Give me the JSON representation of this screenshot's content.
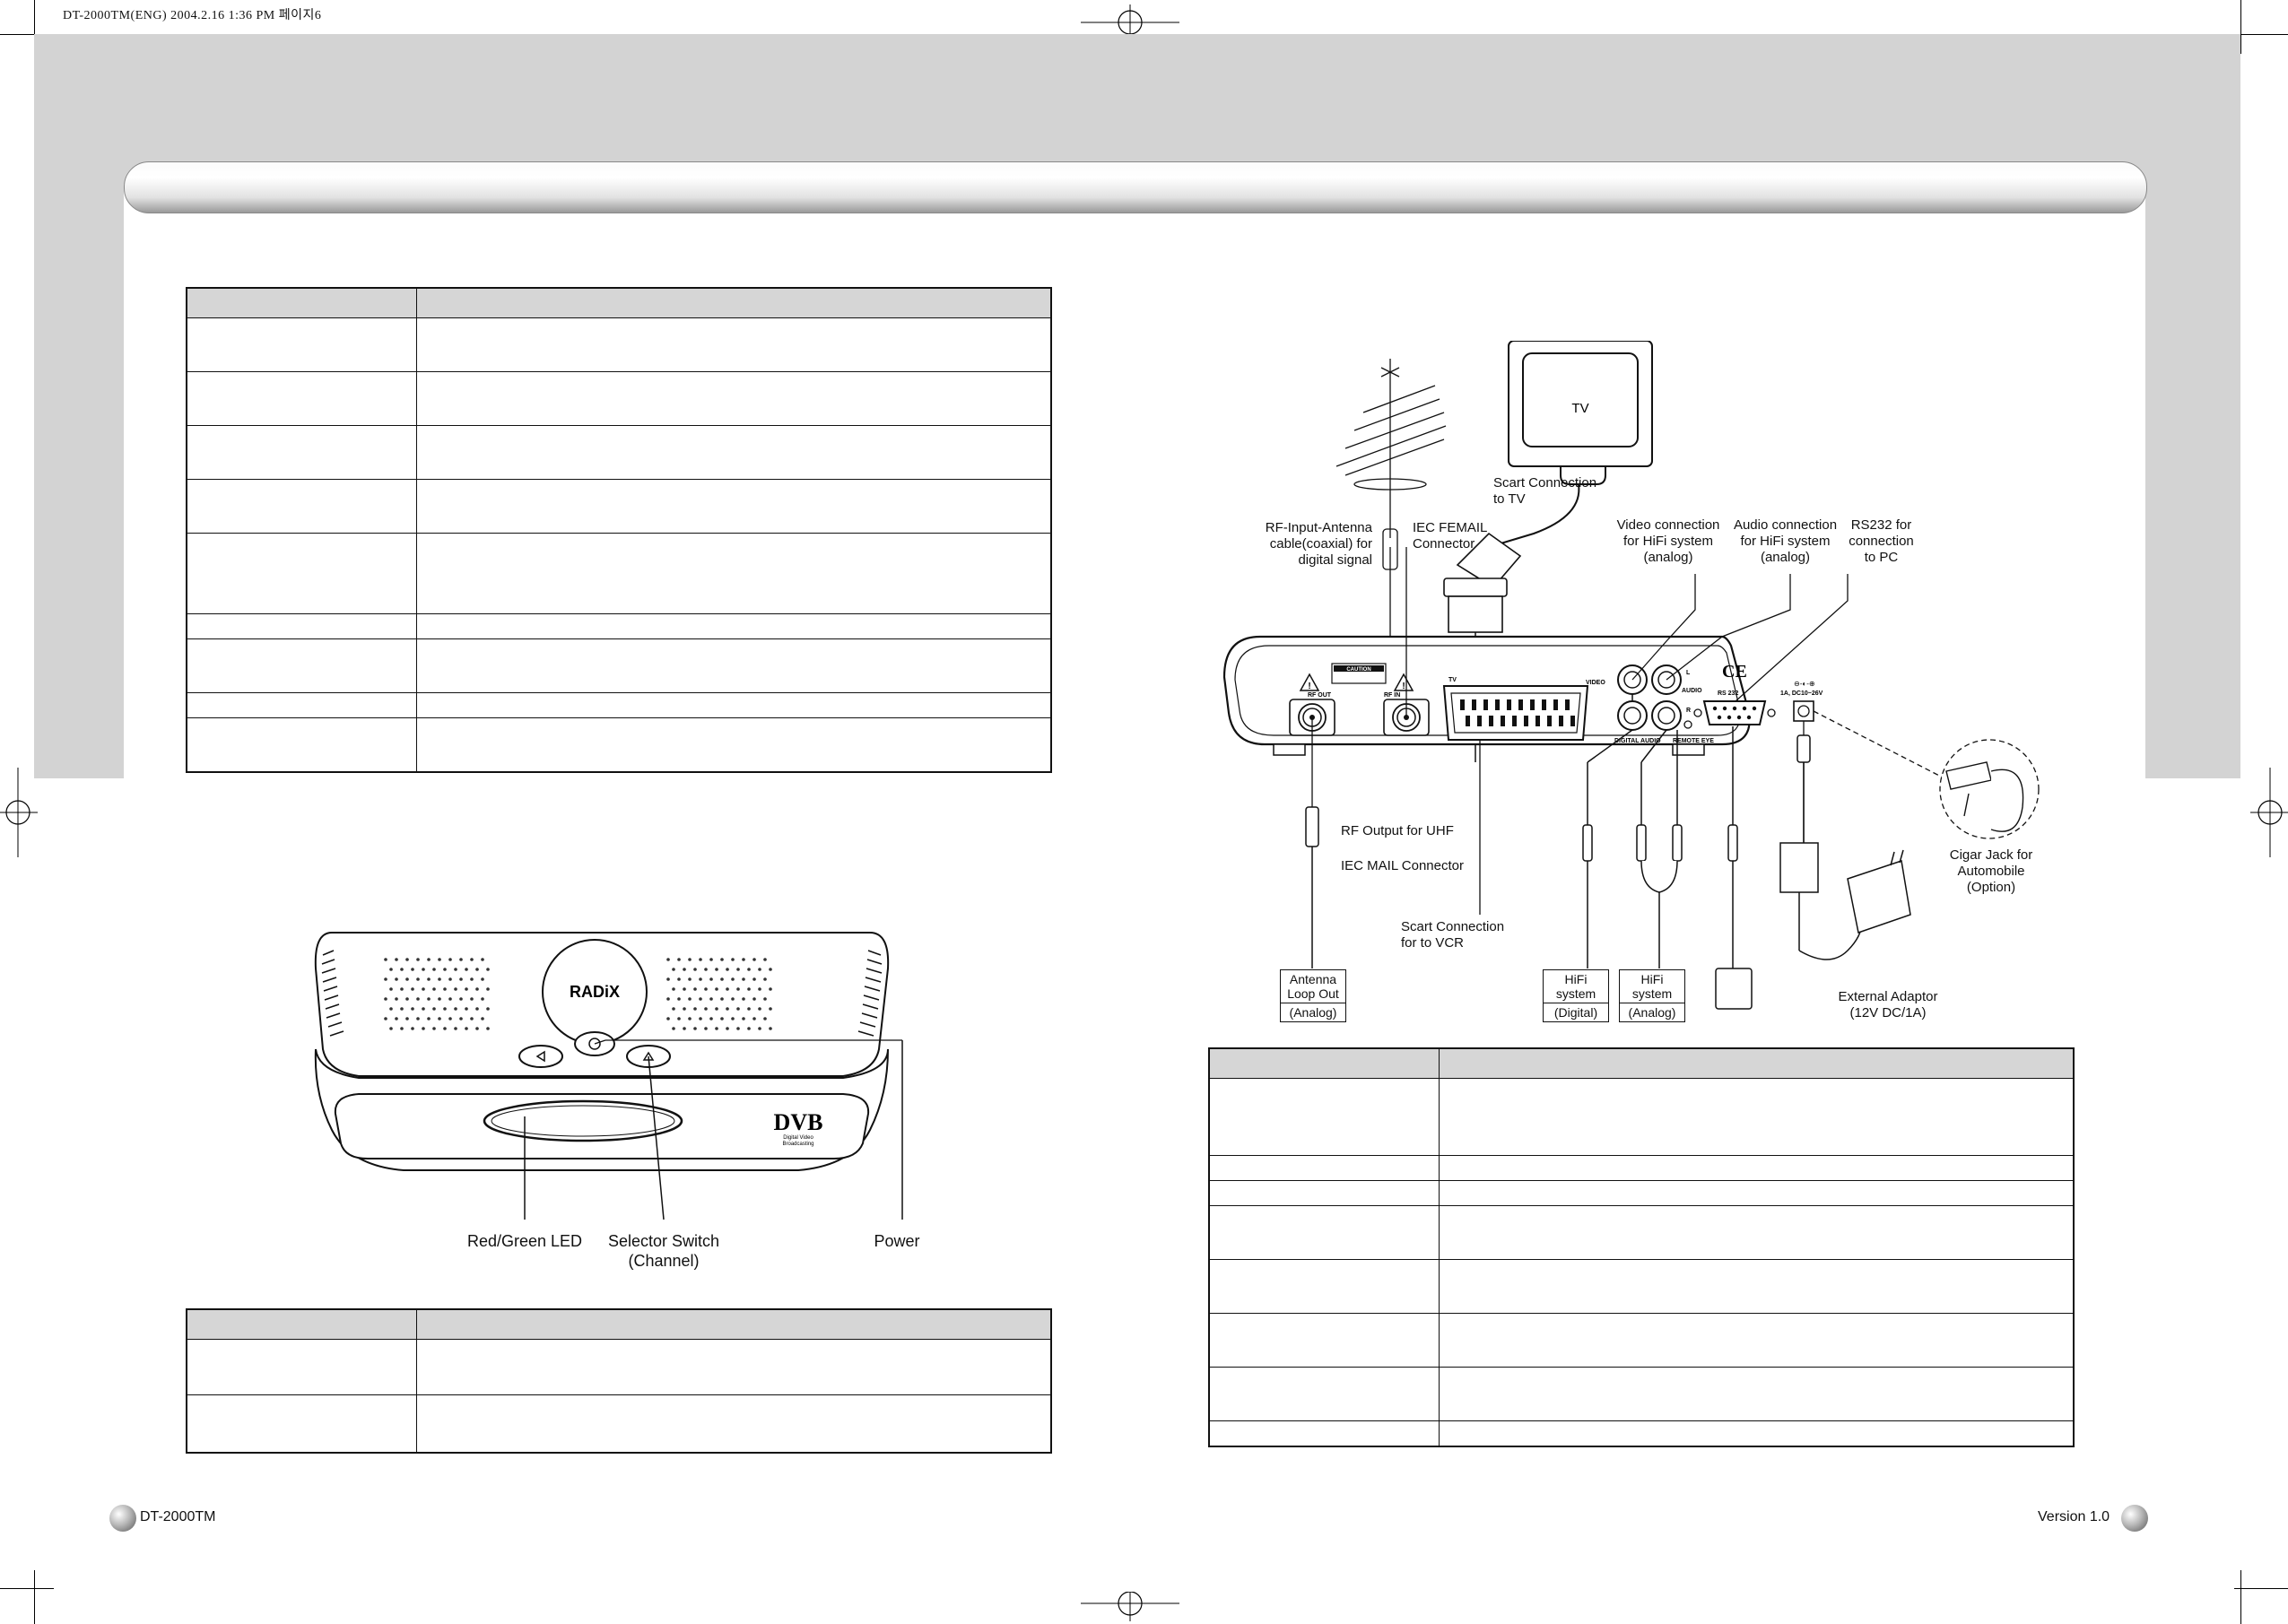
{
  "header_note": "DT-2000TM(ENG) 2004.2.16 1:36 PM 페이지6",
  "footer": {
    "left": "DT-2000TM",
    "right": "Version 1.0"
  },
  "rear_panel": {
    "tv_label": "TV",
    "callouts": {
      "scart_tv": "Scart Connection\nto TV",
      "rf_input": "RF-Input-Antenna\ncable(coaxial) for\ndigital signal",
      "iec_female": "IEC FEMAIL\nConnector",
      "video_conn": "Video connection\nfor HiFi system\n(analog)",
      "audio_conn": "Audio connection\nfor HiFi system\n(analog)",
      "rs232": "RS232 for\nconnection\nto PC",
      "rf_output": "RF Output for UHF",
      "iec_male": "IEC MAIL Connector",
      "scart_vcr": "Scart Connection\nfor to VCR",
      "cigar": "Cigar Jack for\nAutomobile\n(Option)",
      "adaptor": "External Adaptor\n(12V DC/1A)"
    },
    "panel_text": {
      "rf_out": "RF OUT",
      "rf_in": "RF IN",
      "caution": "CAUTION",
      "tv": "TV",
      "video": "VIDEO",
      "l": "L",
      "audio": "AUDIO",
      "r": "R",
      "ce": "CE",
      "rs232": "RS 232",
      "dc": "1A, DC10~26V",
      "digital_audio": "DIGITAL AUDIO",
      "remote_eye": "REMOTE EYE"
    },
    "boxes": [
      {
        "top": "Antenna\nLoop Out",
        "bottom": "(Analog)"
      },
      {
        "top": "HiFi\nsystem",
        "bottom": "(Digital)"
      },
      {
        "top": "HiFi\nsystem",
        "bottom": "(Analog)"
      }
    ]
  },
  "front_panel": {
    "brand": "RADiX",
    "dvb": "DVB",
    "dvb_sub": "Digital Video\nBroadcasting",
    "callouts": {
      "led": "Red/Green LED",
      "selector": "Selector Switch\n(Channel)",
      "power": "Power"
    }
  },
  "colors": {
    "band": "#d3d3d3",
    "header_row": "#d6d6d6"
  }
}
